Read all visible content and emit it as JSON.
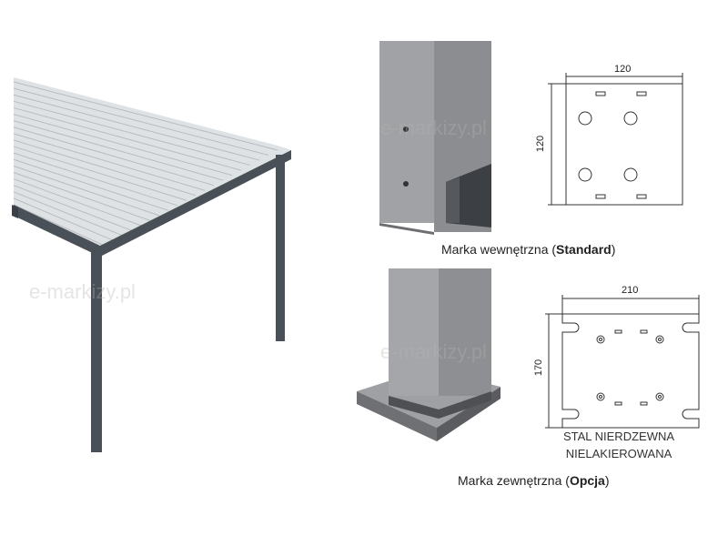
{
  "watermark": "e-markizy.pl",
  "standard": {
    "caption_prefix": "Marka wewnętrzna (",
    "caption_bold": "Standard",
    "caption_suffix": ")",
    "width_dim": "120",
    "height_dim": "120"
  },
  "option": {
    "caption_prefix": "Marka zewnętrzna (",
    "caption_bold": "Opcja",
    "caption_suffix": ")",
    "width_dim": "210",
    "height_dim": "170",
    "material_line1": "STAL NIERDZEWNA",
    "material_line2": "NIELAKIEROWANA"
  },
  "colors": {
    "frame": "#4a5058",
    "slat": "#e8eaec",
    "post": "#8a8c8f"
  }
}
